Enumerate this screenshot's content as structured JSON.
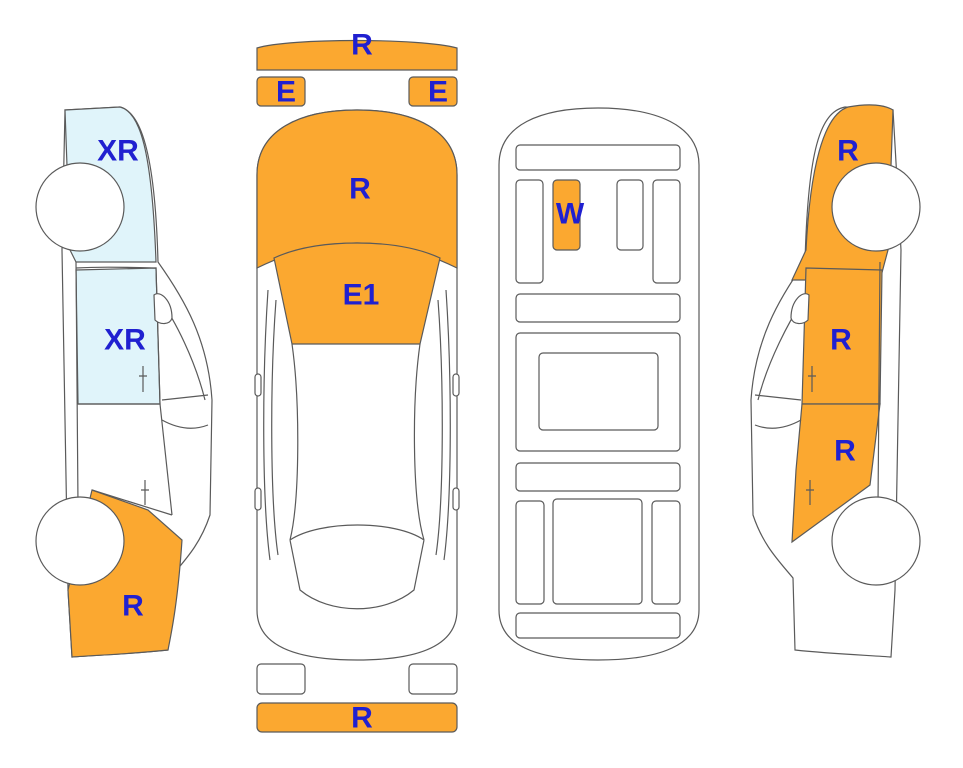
{
  "colors": {
    "damaged": "#fba830",
    "light": "#e0f4fa",
    "outline": "#5a5a5a",
    "label": "#2020d0"
  },
  "labels": {
    "front_bumper": "R",
    "left_headlight": "E",
    "right_headlight": "E",
    "hood": "R",
    "windshield": "E1",
    "roof_panel": "W",
    "left_front_fender": "XR",
    "left_front_door": "XR",
    "left_rear_quarter": "R",
    "right_front_fender": "R",
    "right_front_door": "R",
    "right_rear_door": "R",
    "rear_bumper": "R"
  }
}
